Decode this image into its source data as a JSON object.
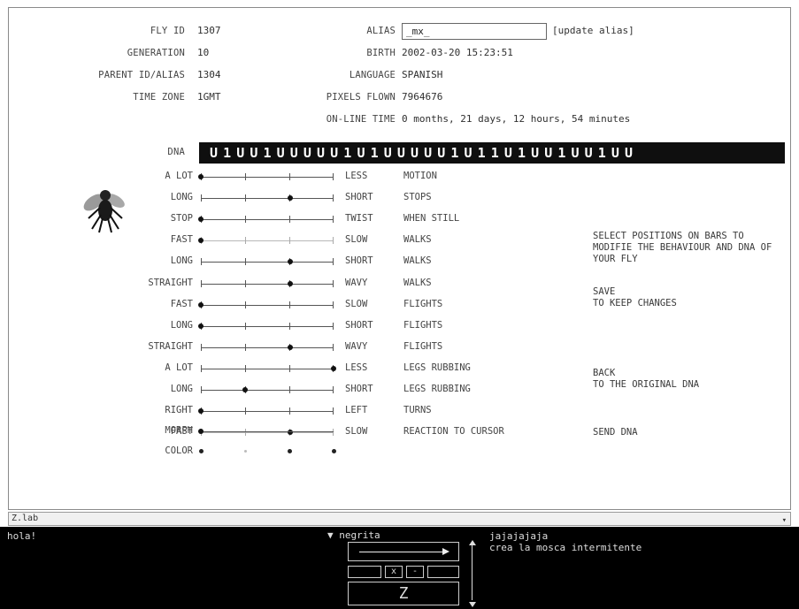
{
  "info": {
    "fly_id_label": "FLY ID",
    "fly_id": "1307",
    "generation_label": "GENERATION",
    "generation": "10",
    "parent_label": "PARENT ID/ALIAS",
    "parent": "1304",
    "timezone_label": "TIME ZONE",
    "timezone": "1GMT",
    "alias_label": "ALIAS",
    "alias": "_mx_",
    "update_alias": "[update alias]",
    "birth_label": "BIRTH",
    "birth": "2002-03-20 15:23:51",
    "language_label": "LANGUAGE",
    "language": "SPANISH",
    "pixels_label": "PIXELS FLOWN",
    "pixels": "7964676",
    "online_label": "ON-LINE TIME",
    "online": "0 months, 21 days, 12 hours, 54 minutes"
  },
  "dna": {
    "label": "DNA",
    "sequence": "U1UU1UUUUU1U1UUUUU1U11U1UU1UU1UU"
  },
  "traits": [
    {
      "left": "A LOT",
      "right": "LESS",
      "desc": "MOTION",
      "value": 0,
      "style": "dark"
    },
    {
      "left": "LONG",
      "right": "SHORT",
      "desc": "STOPS",
      "value": 0.67,
      "style": "dark"
    },
    {
      "left": "STOP",
      "right": "TWIST",
      "desc": "WHEN STILL",
      "value": 0,
      "style": "dark"
    },
    {
      "left": "FAST",
      "right": "SLOW",
      "desc": "WALKS",
      "value": 0,
      "style": "light"
    },
    {
      "left": "LONG",
      "right": "SHORT",
      "desc": "WALKS",
      "value": 0.67,
      "style": "dark"
    },
    {
      "left": "STRAIGHT",
      "right": "WAVY",
      "desc": "WALKS",
      "value": 0.67,
      "style": "dark"
    },
    {
      "left": "FAST",
      "right": "SLOW",
      "desc": "FLIGHTS",
      "value": 0,
      "style": "dark"
    },
    {
      "left": "LONG",
      "right": "SHORT",
      "desc": "FLIGHTS",
      "value": 0,
      "style": "dark"
    },
    {
      "left": "STRAIGHT",
      "right": "WAVY",
      "desc": "FLIGHTS",
      "value": 0.67,
      "style": "dark"
    },
    {
      "left": "A LOT",
      "right": "LESS",
      "desc": "LEGS RUBBING",
      "value": 1,
      "style": "dark"
    },
    {
      "left": "LONG",
      "right": "SHORT",
      "desc": "LEGS RUBBING",
      "value": 0.33,
      "style": "dark"
    },
    {
      "left": "RIGHT",
      "right": "LEFT",
      "desc": "TURNS",
      "value": 0,
      "style": "dark"
    },
    {
      "left": "FAST",
      "right": "SLOW",
      "desc": "REACTION TO CURSOR",
      "value": 0.67,
      "style": "light"
    }
  ],
  "morph_label": "MORPH",
  "color_label": "COLOR",
  "color_dots": [
    1,
    0,
    1,
    1
  ],
  "help": {
    "instructions": "SELECT POSITIONS ON BARS TO MODIFIE THE BEHAVIOUR AND DNA OF YOUR FLY",
    "save": "SAVE",
    "save_desc": "TO KEEP CHANGES",
    "back": "BACK",
    "back_desc": "TO THE ORIGINAL DNA",
    "send": "SEND DNA"
  },
  "status": {
    "text": "Z.lab"
  },
  "console": {
    "left_message": "hola!",
    "font_select": "▼ negrita",
    "right_line1": "jajajajaja",
    "right_line2": "crea la mosca intermitente",
    "btn_x": "x",
    "btn_minus": "-",
    "z_label": "Z"
  }
}
